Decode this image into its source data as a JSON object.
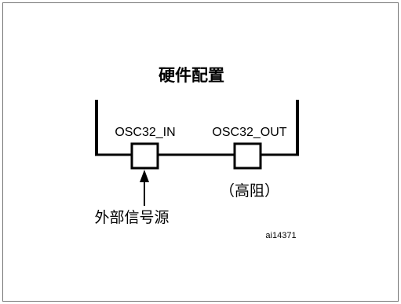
{
  "diagram": {
    "title": "硬件配置",
    "pin_left_label": "OSC32_IN",
    "pin_right_label": "OSC32_OUT",
    "source_label": "外部信号源",
    "right_pin_state": "（高阻）",
    "figure_ref": "ai14371"
  }
}
